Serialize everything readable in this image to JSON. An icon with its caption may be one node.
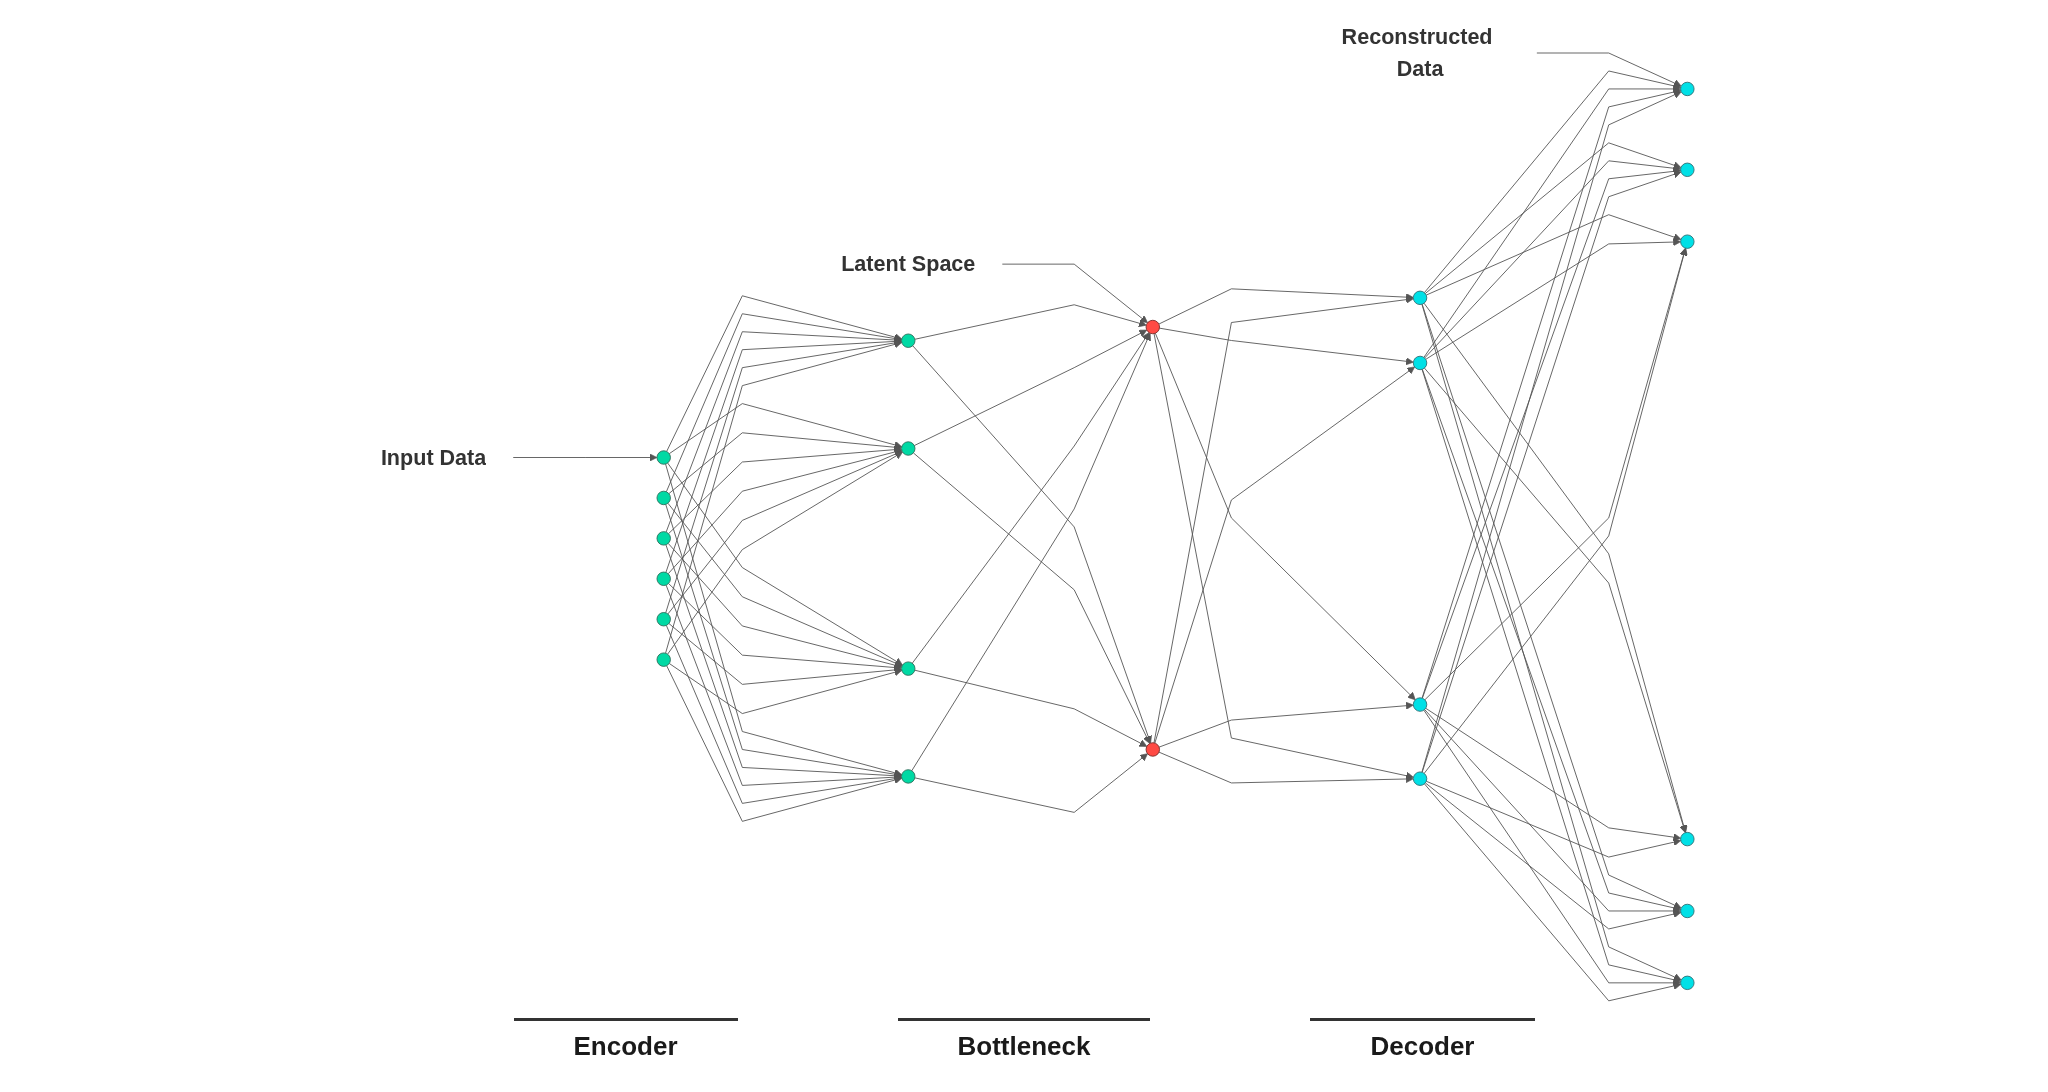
{
  "diagram": {
    "nodes": [
      {
        "text": [
          "Input Data"
        ]
      },
      {
        "text": [
          "Latent Space"
        ]
      },
      {
        "text": [
          "Reconstructed Data"
        ]
      },
      {
        "text": [],
        "shape": "circle"
      },
      {
        "text": [],
        "shape": "circle"
      },
      {
        "text": [],
        "shape": "circle"
      },
      {
        "text": [],
        "shape": "circle"
      },
      {
        "text": [],
        "shape": "circle"
      },
      {
        "text": [],
        "shape": "circle"
      },
      {
        "text": [],
        "shape": "circle"
      },
      {
        "text": [],
        "shape": "circle"
      },
      {
        "text": [],
        "shape": "circle"
      },
      {
        "text": [],
        "shape": "circle"
      },
      {
        "text": [],
        "shape": "circle"
      },
      {
        "text": [],
        "shape": "circle"
      },
      {
        "text": [],
        "shape": "circle"
      },
      {
        "text": [],
        "shape": "circle"
      },
      {
        "text": [],
        "shape": "circle"
      },
      {
        "text": [],
        "shape": "circle"
      },
      {
        "text": [],
        "shape": "circle"
      },
      {
        "text": [],
        "shape": "circle"
      },
      {
        "text": [],
        "shape": "circle"
      },
      {
        "text": [],
        "shape": "circle"
      },
      {
        "text": [],
        "shape": "circle"
      },
      {
        "text": [],
        "shape": "circle"
      }
    ],
    "edges": [
      {
        "from": 0,
        "to": 3,
        "arrow": "to"
      },
      {
        "from": 1,
        "to": 13,
        "arrow": "to"
      },
      {
        "from": 2,
        "to": 19,
        "arrow": "to"
      },
      {
        "from": 3,
        "to": 9,
        "arrow": "to"
      },
      {
        "from": 3,
        "to": 10,
        "arrow": "to"
      },
      {
        "from": 3,
        "to": 11,
        "arrow": "to"
      },
      {
        "from": 3,
        "to": 12,
        "arrow": "to"
      },
      {
        "from": 4,
        "to": 9,
        "arrow": "to"
      },
      {
        "from": 4,
        "to": 10,
        "arrow": "to"
      },
      {
        "from": 4,
        "to": 11,
        "arrow": "to"
      },
      {
        "from": 4,
        "to": 12,
        "arrow": "to"
      },
      {
        "from": 5,
        "to": 9,
        "arrow": "to"
      },
      {
        "from": 5,
        "to": 10,
        "arrow": "to"
      },
      {
        "from": 5,
        "to": 11,
        "arrow": "to"
      },
      {
        "from": 5,
        "to": 12,
        "arrow": "to"
      },
      {
        "from": 6,
        "to": 9,
        "arrow": "to"
      },
      {
        "from": 6,
        "to": 10,
        "arrow": "to"
      },
      {
        "from": 6,
        "to": 11,
        "arrow": "to"
      },
      {
        "from": 6,
        "to": 12,
        "arrow": "to"
      },
      {
        "from": 7,
        "to": 9,
        "arrow": "to"
      },
      {
        "from": 7,
        "to": 10,
        "arrow": "to"
      },
      {
        "from": 7,
        "to": 11,
        "arrow": "to"
      },
      {
        "from": 7,
        "to": 12,
        "arrow": "to"
      },
      {
        "from": 8,
        "to": 9,
        "arrow": "to"
      },
      {
        "from": 8,
        "to": 10,
        "arrow": "to"
      },
      {
        "from": 8,
        "to": 11,
        "arrow": "to"
      },
      {
        "from": 8,
        "to": 12,
        "arrow": "to"
      },
      {
        "from": 9,
        "to": 13,
        "arrow": "to"
      },
      {
        "from": 9,
        "to": 14,
        "arrow": "to"
      },
      {
        "from": 10,
        "to": 13,
        "arrow": "to"
      },
      {
        "from": 10,
        "to": 14,
        "arrow": "to"
      },
      {
        "from": 11,
        "to": 13,
        "arrow": "to"
      },
      {
        "from": 11,
        "to": 14,
        "arrow": "to"
      },
      {
        "from": 12,
        "to": 13,
        "arrow": "to"
      },
      {
        "from": 12,
        "to": 14,
        "arrow": "to"
      },
      {
        "from": 13,
        "to": 15,
        "arrow": "to"
      },
      {
        "from": 13,
        "to": 16,
        "arrow": "to"
      },
      {
        "from": 13,
        "to": 17,
        "arrow": "to"
      },
      {
        "from": 13,
        "to": 18,
        "arrow": "to"
      },
      {
        "from": 14,
        "to": 15,
        "arrow": "to"
      },
      {
        "from": 14,
        "to": 16,
        "arrow": "to"
      },
      {
        "from": 14,
        "to": 17,
        "arrow": "to"
      },
      {
        "from": 14,
        "to": 18,
        "arrow": "to"
      },
      {
        "from": 15,
        "to": 19,
        "arrow": "to"
      },
      {
        "from": 15,
        "to": 20,
        "arrow": "to"
      },
      {
        "from": 15,
        "to": 21,
        "arrow": "to"
      },
      {
        "from": 15,
        "to": 22,
        "arrow": "to"
      },
      {
        "from": 15,
        "to": 23,
        "arrow": "to"
      },
      {
        "from": 15,
        "to": 24,
        "arrow": "to"
      },
      {
        "from": 16,
        "to": 19,
        "arrow": "to"
      },
      {
        "from": 16,
        "to": 20,
        "arrow": "to"
      },
      {
        "from": 16,
        "to": 21,
        "arrow": "to"
      },
      {
        "from": 16,
        "to": 22,
        "arrow": "to"
      },
      {
        "from": 16,
        "to": 23,
        "arrow": "to"
      },
      {
        "from": 16,
        "to": 24,
        "arrow": "to"
      },
      {
        "from": 17,
        "to": 19,
        "arrow": "to"
      },
      {
        "from": 17,
        "to": 20,
        "arrow": "to"
      },
      {
        "from": 17,
        "to": 21,
        "arrow": "to"
      },
      {
        "from": 17,
        "to": 22,
        "arrow": "to"
      },
      {
        "from": 17,
        "to": 23,
        "arrow": "to"
      },
      {
        "from": 17,
        "to": 24,
        "arrow": "to"
      },
      {
        "from": 18,
        "to": 19,
        "arrow": "to"
      },
      {
        "from": 18,
        "to": 20,
        "arrow": "to"
      },
      {
        "from": 18,
        "to": 21,
        "arrow": "to"
      },
      {
        "from": 18,
        "to": 22,
        "arrow": "to"
      },
      {
        "from": 18,
        "to": 23,
        "arrow": "to"
      },
      {
        "from": 18,
        "to": 24,
        "arrow": "to"
      }
    ],
    "labels": [
      "Encoder",
      "Bottleneck",
      "Decoder"
    ]
  }
}
